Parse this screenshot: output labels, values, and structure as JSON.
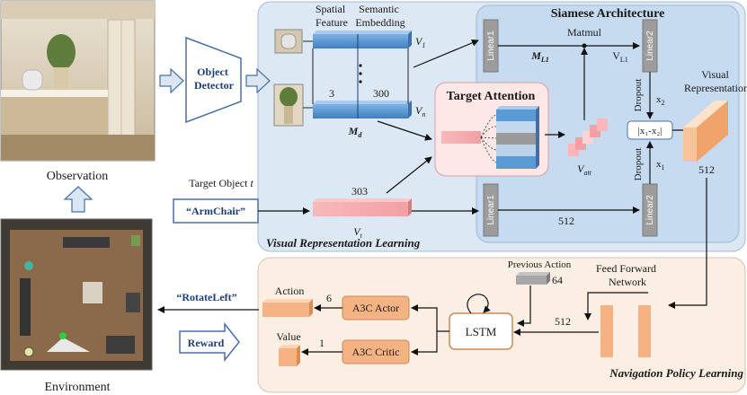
{
  "observation_label": "Observation",
  "environment_label": "Environment",
  "object_detector_label": [
    "Object",
    "Detector"
  ],
  "target_object_label": "Target Object",
  "target_object_var": "t",
  "armchair_label": "“ArmChair”",
  "spatial_feature_label": [
    "Spatial",
    "Feature"
  ],
  "semantic_embedding_label": [
    "Semantic",
    "Embedding"
  ],
  "dim_3": "3",
  "dim_300": "300",
  "dim_303": "303",
  "dim_512a": "512",
  "dim_512b": "512",
  "dim_512c": "512",
  "dim_64": "64",
  "dim_6": "6",
  "dim_1": "1",
  "v1_label": "V",
  "v1_sub": "1",
  "vn_label": "V",
  "vn_sub": "n",
  "md_label": "M",
  "md_sub": "d",
  "vt_label": "V",
  "vt_sub": "t",
  "target_attention_title": "Target Attention",
  "vatt_label": "V",
  "vatt_sub": "att",
  "siamese_title": "Siamese Architecture",
  "linear1_label": "Linear1",
  "linear2_label": "Linear2",
  "matmul_label": "Matmul",
  "ml1_label": "M",
  "ml1_sub": "L1",
  "vl1_label": "V",
  "vl1_sub": "L1",
  "dropout_label": "Dropout",
  "x1_label": "x",
  "x1_sub": "1",
  "x2_label": "x",
  "x2_sub": "2",
  "absdiff_label": "|x₁-x₂|",
  "visual_rep_label": [
    "Visual",
    "Representation"
  ],
  "vrl_title": "Visual Representation Learning",
  "npl_title": "Navigation Policy Learning",
  "previous_action_label": "Previous Action",
  "feed_forward_label": [
    "Feed Forward",
    "Network"
  ],
  "lstm_label": "LSTM",
  "a3c_actor_label": "A3C Actor",
  "a3c_critic_label": "A3C Critic",
  "action_label": "Action",
  "value_label": "Value",
  "rotate_left_label": "“RotateLeft”",
  "reward_label": "Reward",
  "colors": {
    "vrl_bg": "#dde8f5",
    "siamese_bg": "#c6dbf0",
    "npl_bg": "#fbeee3",
    "blue_bar": "#5b9bd5",
    "pink_bar": "#f4a9ab",
    "orange_box": "#f5b283",
    "gray_linear": "#9c9c9c"
  }
}
